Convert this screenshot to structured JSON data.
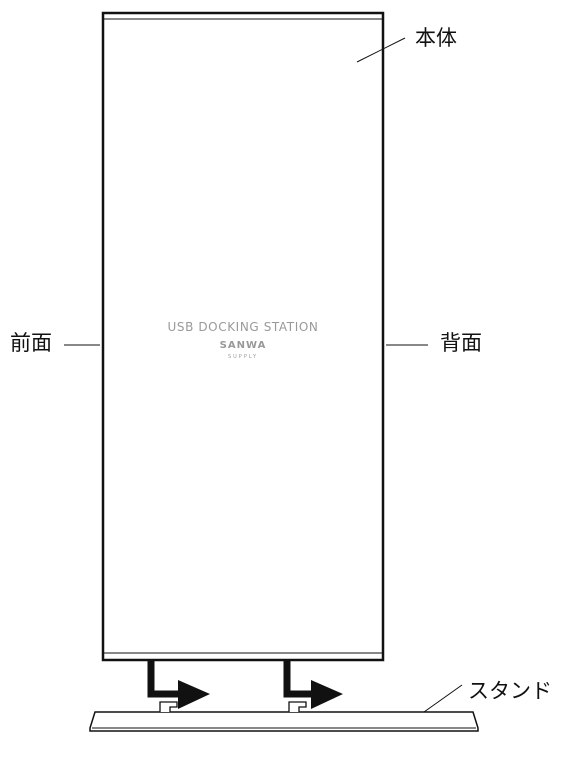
{
  "labels": {
    "body": "本体",
    "front": "前面",
    "back": "背面",
    "stand": "スタンド"
  },
  "device": {
    "title": "USB DOCKING STATION",
    "logo": "SANWA",
    "logo_sub": "SUPPLY"
  },
  "colors": {
    "outline": "#111111",
    "device_text": "#999999"
  }
}
